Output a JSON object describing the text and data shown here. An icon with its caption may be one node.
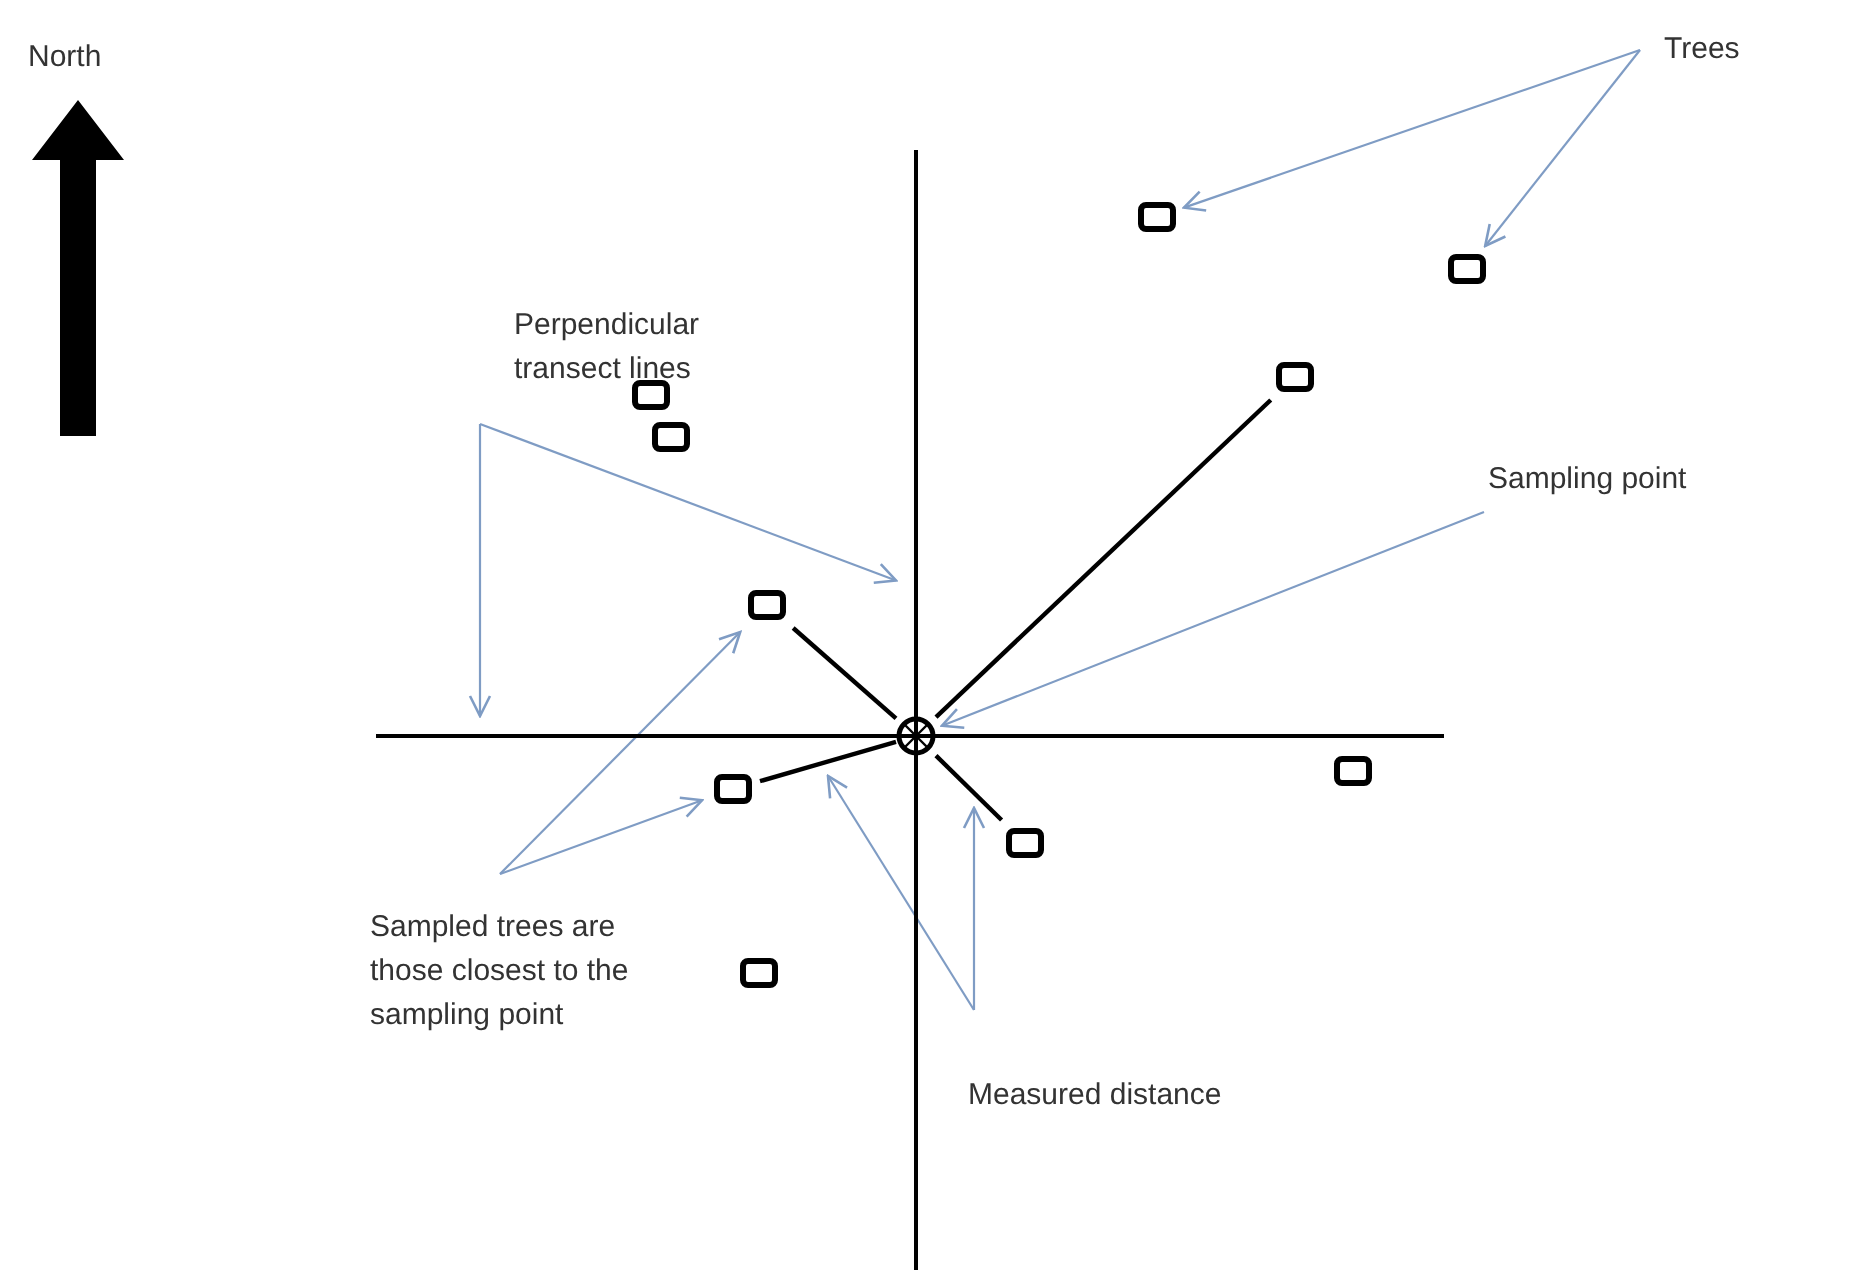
{
  "diagram": {
    "nodes": [
      {
        "text": [
          "Trees"
        ]
      },
      {
        "text": [],
        "shape": "box"
      },
      {
        "text": [],
        "shape": "box"
      },
      {
        "text": [
          "Perpendicular transect lines"
        ]
      },
      {
        "text": [],
        "shape": "box"
      },
      {
        "text": [],
        "shape": "box"
      },
      {
        "text": [],
        "shape": "box"
      },
      {
        "text": [
          "Sampling point"
        ]
      },
      {
        "text": [],
        "shape": "box"
      },
      {
        "text": [],
        "shape": "line"
      },
      {
        "text": [],
        "shape": "line"
      },
      {
        "text": [],
        "shape": "circle"
      },
      {
        "text": [],
        "shape": "box"
      },
      {
        "text": [],
        "shape": "box"
      },
      {
        "text": [],
        "shape": "box"
      },
      {
        "text": [
          "Sampled trees are those closest to the sampling point"
        ]
      },
      {
        "text": [],
        "shape": "box"
      },
      {
        "text": [
          "Measured distance"
        ]
      }
    ],
    "edges": [
      {
        "from": 0,
        "to": 1,
        "arrow": "to"
      },
      {
        "from": 0,
        "to": 2,
        "arrow": "to"
      },
      {
        "from": 3,
        "to": 9,
        "arrow": "to"
      },
      {
        "from": 3,
        "to": 10,
        "arrow": "to"
      },
      {
        "from": 7,
        "to": 11,
        "arrow": "to"
      },
      {
        "from": 11,
        "to": 4,
        "arrow": "none",
        "color": "#000000"
      },
      {
        "from": 11,
        "to": 8,
        "arrow": "none",
        "color": "#000000"
      },
      {
        "from": 11,
        "to": 13,
        "arrow": "none",
        "color": "#000000"
      },
      {
        "from": 11,
        "to": 14,
        "arrow": "none",
        "color": "#000000"
      },
      {
        "from": 15,
        "to": 8,
        "arrow": "to"
      },
      {
        "from": 15,
        "to": 13,
        "arrow": "to"
      },
      {
        "from": 17,
        "to": 10,
        "arrow": "to"
      },
      {
        "from": 17,
        "to": 14,
        "arrow": "to"
      }
    ],
    "labels": [
      "North"
    ]
  }
}
